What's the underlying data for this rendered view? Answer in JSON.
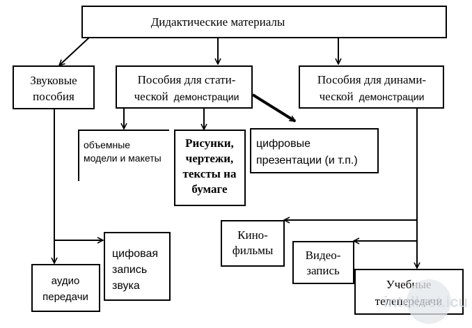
{
  "root": {
    "label": "Дидактические материалы"
  },
  "sound": {
    "line1": "Звуковые",
    "line2": "пособия"
  },
  "static": {
    "line1": "Пособия для стати-",
    "line2a": "ческой",
    "line2b": "демонстрации"
  },
  "dynamic": {
    "line1": "Пособия для динами-",
    "line2a": "ческой",
    "line2b": "демонстрации"
  },
  "volume": {
    "line1": "объемные",
    "line2": "модели и макеты"
  },
  "drawings": {
    "line1": "Рисунки,",
    "line2": "чертежи,",
    "line3": "тексты на",
    "line4": "бумаге"
  },
  "digital": {
    "line1": "цифровые",
    "line2": "презентации (и т.п.)"
  },
  "audio": {
    "line1": "аудио",
    "line2": "передачи"
  },
  "digitalrec": {
    "line1": "цифовая",
    "line2": "запись",
    "line3": "звука"
  },
  "films": {
    "line1": "Кино-",
    "line2": "фильмы"
  },
  "video": {
    "line1": "Видео-",
    "line2": "запись"
  },
  "tv": {
    "line1": "Учебные",
    "line2": "телепередачи"
  },
  "watermark": {
    "text": "intellect.icu"
  }
}
